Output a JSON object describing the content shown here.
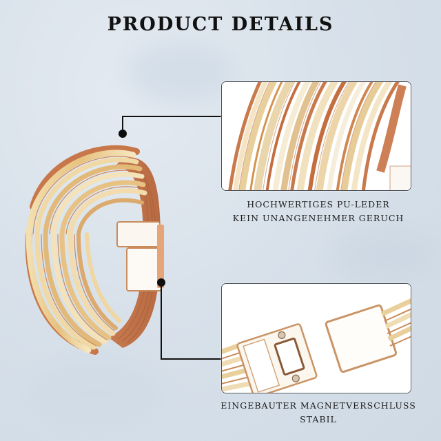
{
  "title": "PRODUCT DETAILS",
  "colors": {
    "background": "#d8e1ea",
    "title_text": "#111111",
    "caption_text": "#1c1c1c",
    "connector": "#111111",
    "gold": "#e8c98a",
    "rose_leather": "#c87a4e",
    "inset_border": "#4a4f57"
  },
  "product": {
    "image_label": "multi-strand gold leather wrap bracelet with magnetic clasp"
  },
  "details": [
    {
      "inset_label": "close-up of metallic PU leather strands",
      "lines": [
        "HOCHWERTIGES PU-LEDER",
        "KEIN UNANGENEHMER GERUCH"
      ]
    },
    {
      "inset_label": "close-up of magnetic clasp open",
      "lines": [
        "EINGEBAUTER MAGNETVERSCHLUSS",
        "STABIL"
      ]
    }
  ]
}
